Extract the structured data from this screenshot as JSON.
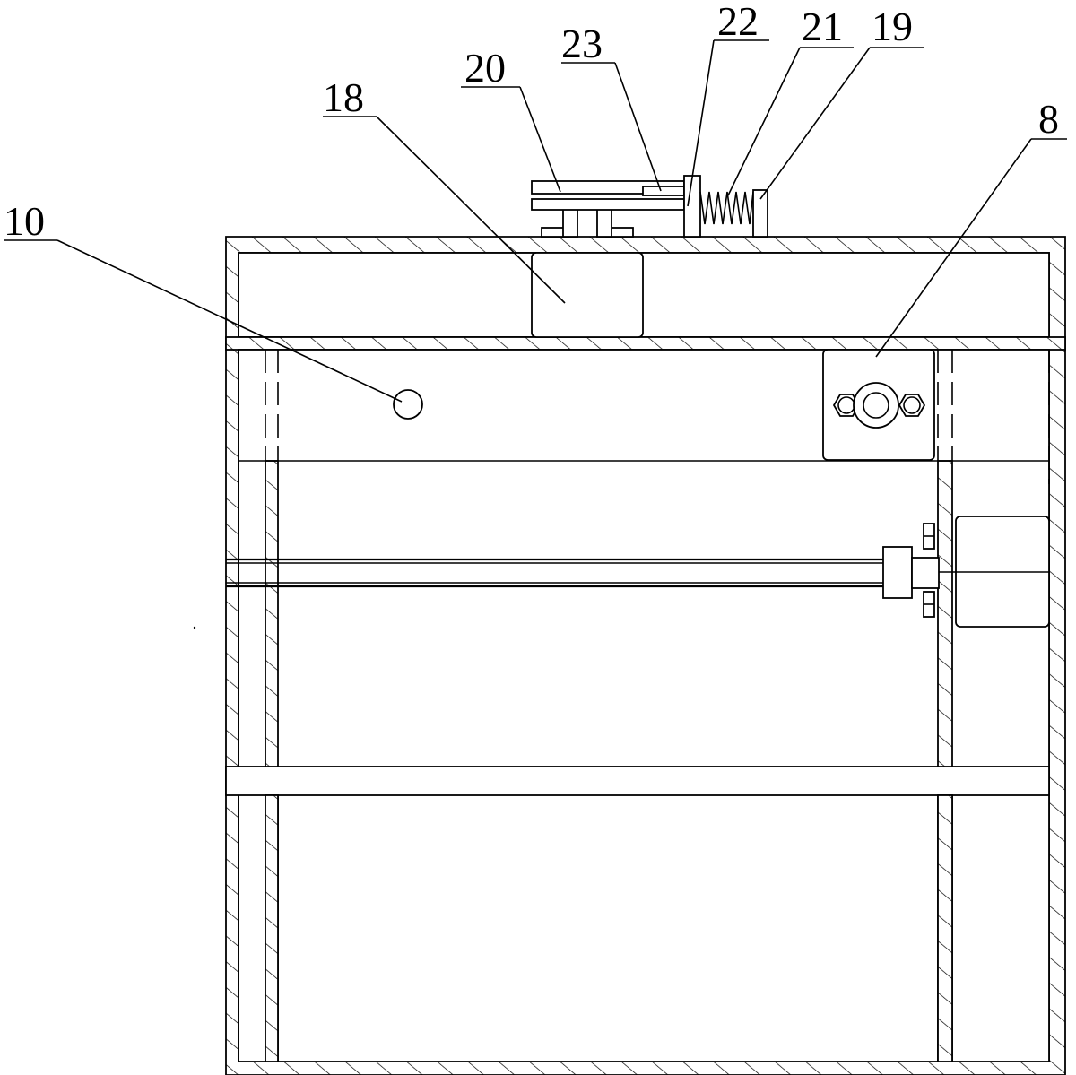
{
  "labels": {
    "l10": "10",
    "l18": "18",
    "l20": "20",
    "l23": "23",
    "l22": "22",
    "l21": "21",
    "l19": "19",
    "l8": "8"
  },
  "colors": {
    "line": "#000000",
    "background": "#ffffff"
  }
}
